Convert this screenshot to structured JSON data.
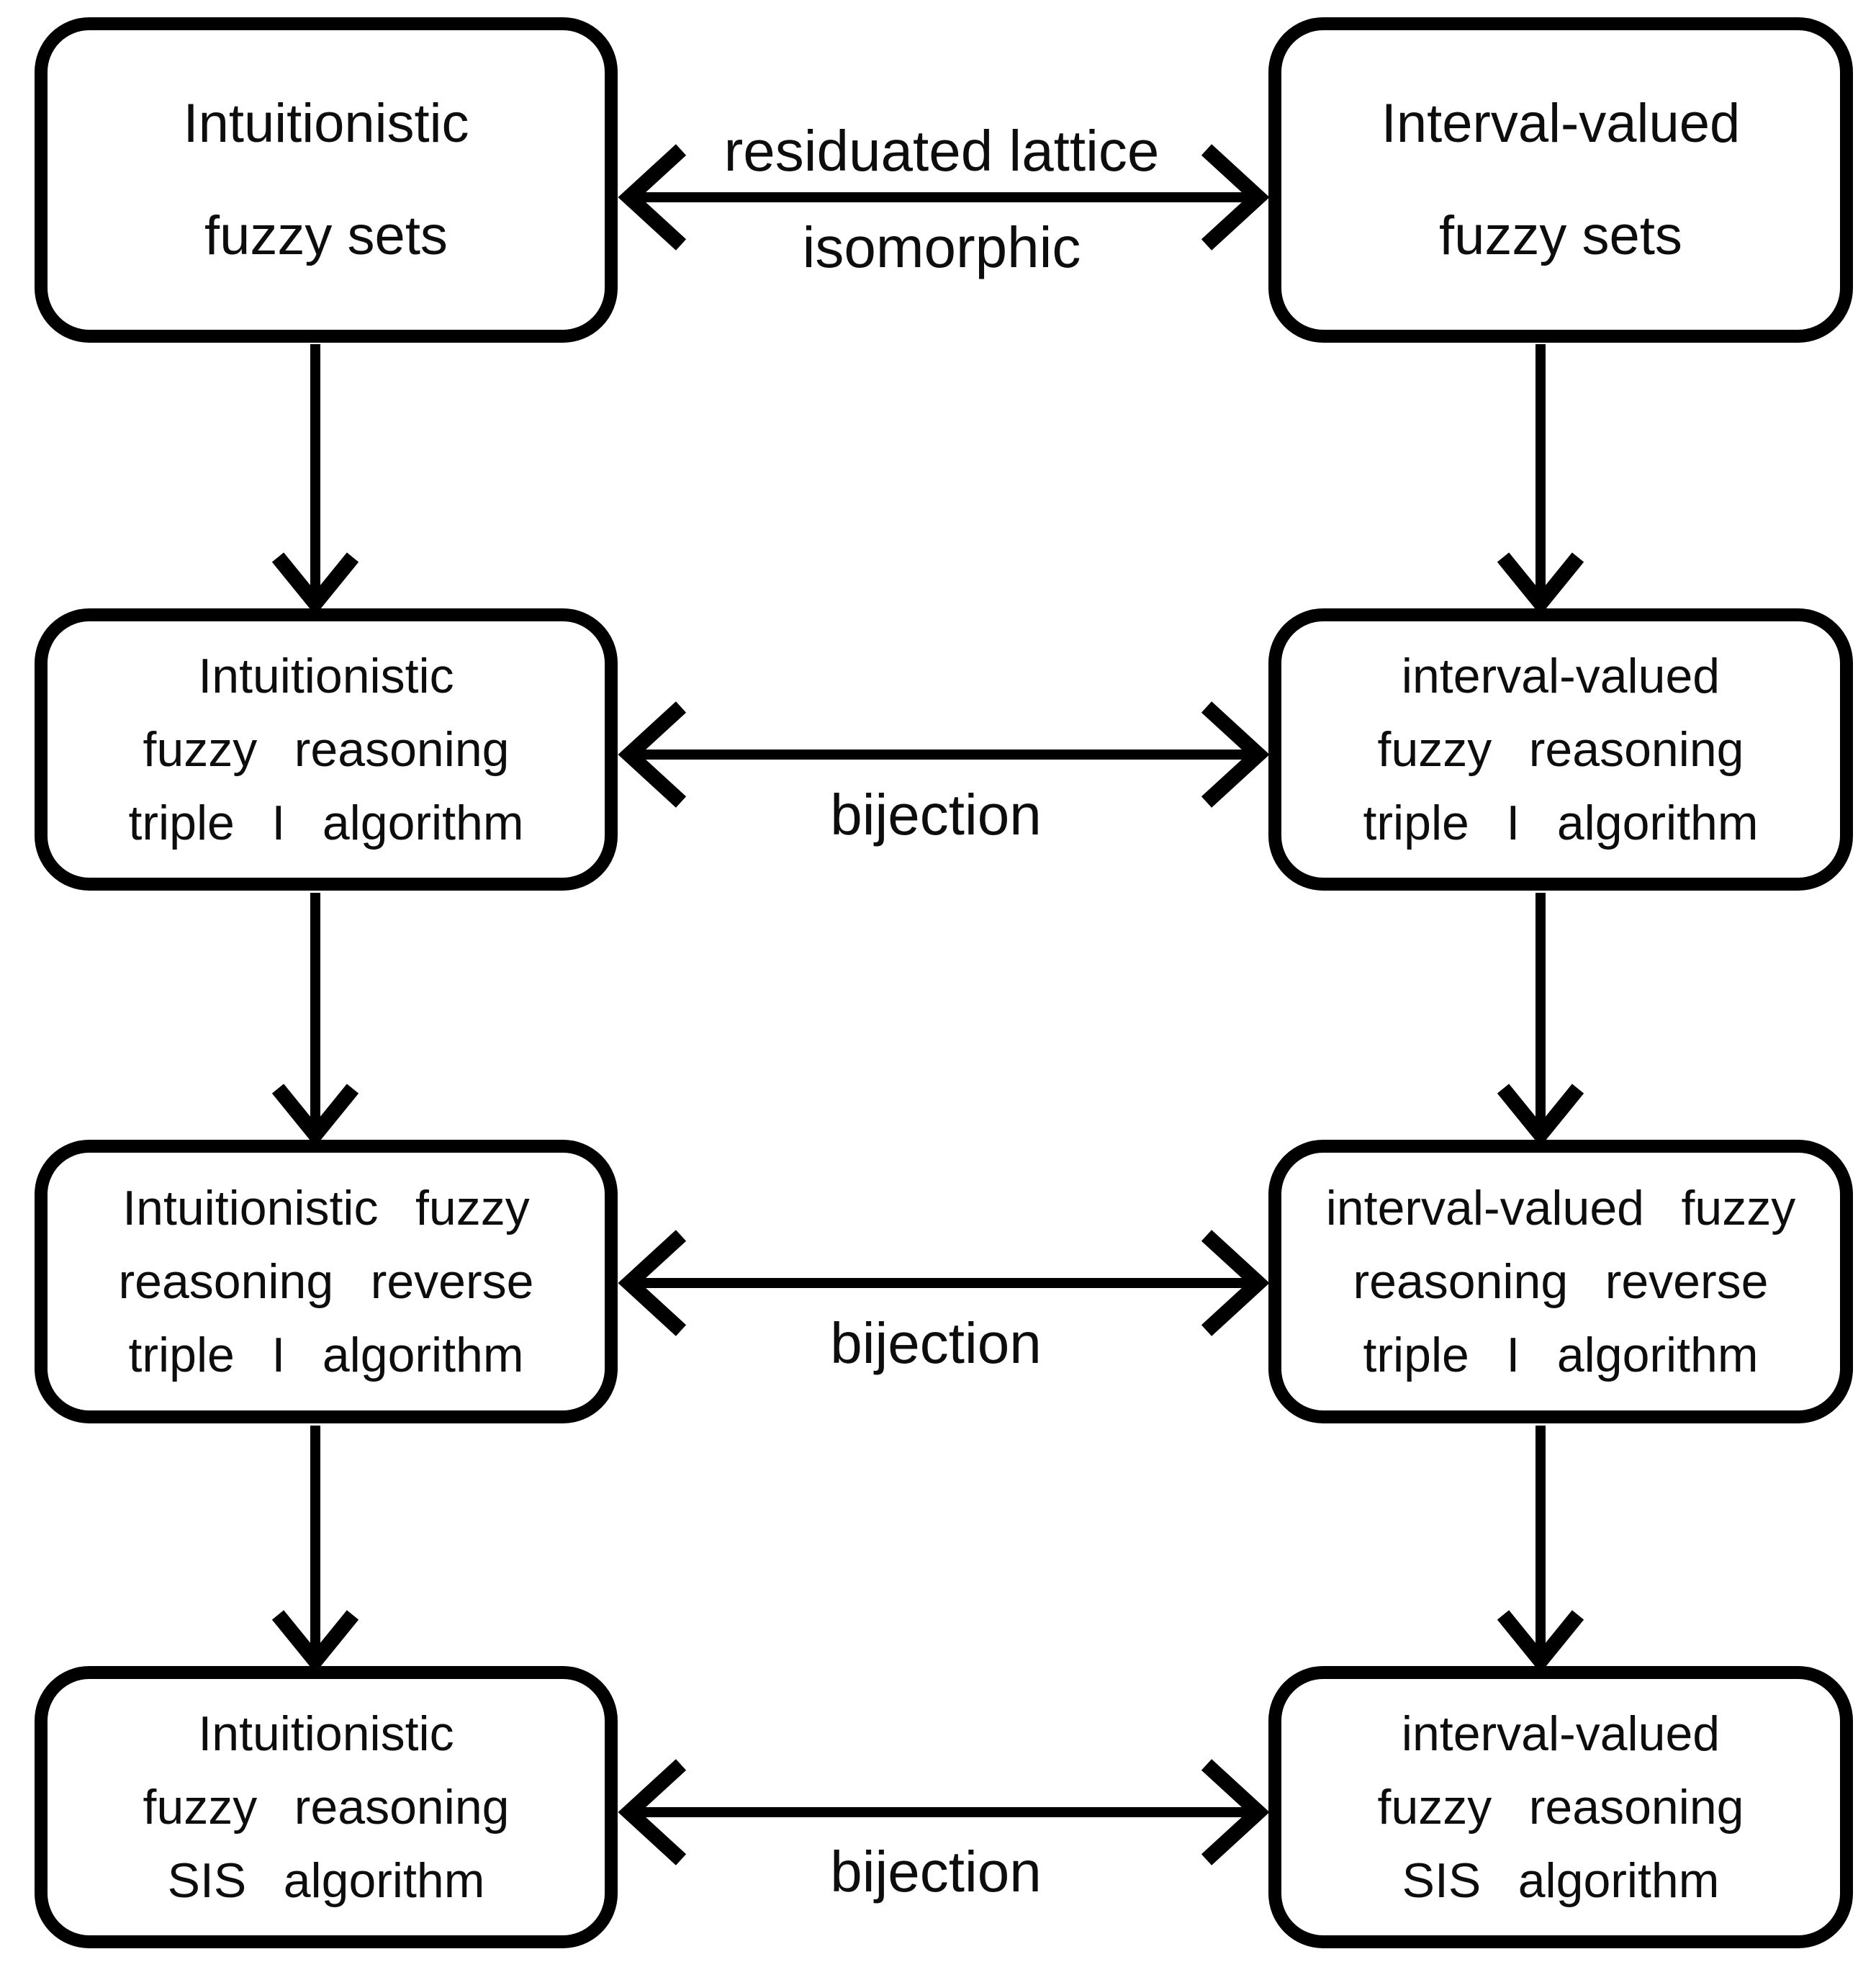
{
  "diagram": {
    "title_implicit": "Relationship between intuitionistic and interval-valued fuzzy reasoning algorithms",
    "colors": {
      "background": "#ffffff",
      "line": "#000000",
      "text": "#0d0d0d"
    },
    "nodes": {
      "r1l": {
        "lines": [
          "Intuitionistic",
          "fuzzy sets"
        ]
      },
      "r1r": {
        "lines": [
          "Interval-valued",
          "fuzzy sets"
        ]
      },
      "r2l": {
        "lines": [
          "Intuitionistic",
          "fuzzy reasoning",
          "triple I algorithm"
        ]
      },
      "r2r": {
        "lines": [
          "interval-valued",
          "fuzzy reasoning",
          "triple I algorithm"
        ]
      },
      "r3l": {
        "lines": [
          "Intuitionistic fuzzy",
          "reasoning reverse",
          "triple I algorithm"
        ]
      },
      "r3r": {
        "lines": [
          "interval-valued fuzzy",
          "reasoning reverse",
          "triple I algorithm"
        ]
      },
      "r4l": {
        "lines": [
          "Intuitionistic",
          "fuzzy reasoning",
          "SIS algorithm"
        ]
      },
      "r4r": {
        "lines": [
          "interval-valued",
          "fuzzy reasoning",
          "SIS algorithm"
        ]
      }
    },
    "edge_labels": {
      "row1_above": "residuated lattice",
      "row1_below": "isomorphic",
      "row2_below": "bijection",
      "row3_below": "bijection",
      "row4_below": "bijection"
    }
  }
}
